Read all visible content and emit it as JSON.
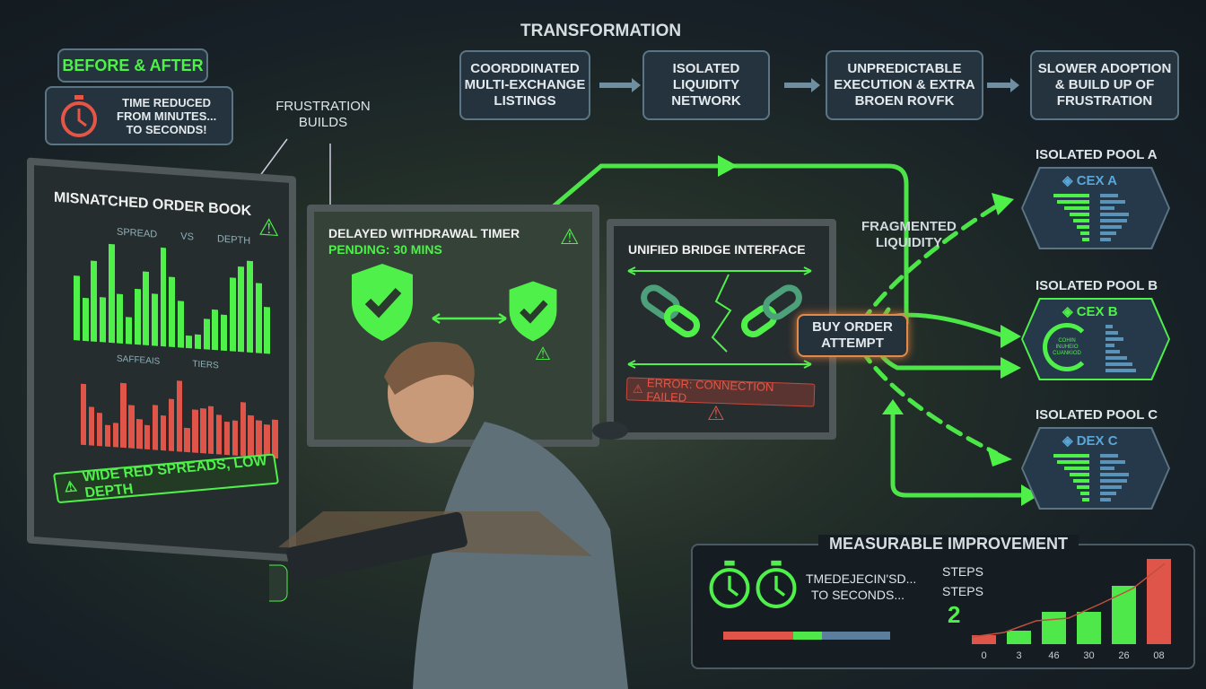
{
  "before_after": {
    "label": "BEFORE & AFTER",
    "time_text": [
      "TIME REDUCED",
      "FROM MINUTES...",
      "TO SECONDS!"
    ]
  },
  "frustration_label": [
    "FRUSTRATION",
    "BUILDS"
  ],
  "transformation": {
    "title": "TRANSFORMATION",
    "steps": [
      [
        "COORDDINATED",
        "MULTI-EXCHANGE",
        "LISTINGS"
      ],
      [
        "ISOLATED",
        "LIQUIDITY",
        "NETWORK"
      ],
      [
        "UNPREDICTABLE",
        "EXECUTION & EXTRA",
        "BROEN ROVFK"
      ],
      [
        "SLOWER ADOPTION",
        "& BUILD UP OF",
        "FRUSTRATION"
      ]
    ]
  },
  "monitor_left": {
    "title": "MISNATCHED ORDER BOOK",
    "subtitle": [
      "SPREAD",
      "VS",
      "DEPTH"
    ],
    "mid_labels": [
      "SAFFEAIS",
      "TIERS"
    ],
    "green_bars": [
      72,
      48,
      90,
      50,
      110,
      55,
      30,
      62,
      82,
      58,
      110,
      78,
      52,
      14,
      16,
      34,
      45,
      40,
      82,
      95,
      102,
      78,
      52
    ],
    "red_bars": [
      70,
      45,
      38,
      25,
      28,
      75,
      50,
      34,
      28,
      52,
      40,
      60,
      82,
      28,
      50,
      52,
      55,
      46,
      38,
      40,
      62,
      48,
      42,
      38,
      45
    ],
    "warning": "WIDE RED SPREADS, LOW DEPTH"
  },
  "monitor_center": {
    "title": "DELAYED WITHDRAWAL TIMER",
    "status": "PENDING: 30 MINS"
  },
  "monitor_right": {
    "title": "UNIFIED BRIDGE INTERFACE",
    "error": "ERROR: CONNECTION FAILED"
  },
  "buy_order": [
    "BUY ORDER",
    "ATTEMPT"
  ],
  "fragmented": [
    "FRAGMENTED",
    "LIQUIDITY"
  ],
  "pools": [
    {
      "title": "ISOLATED POOL A",
      "name": "CEX A"
    },
    {
      "title": "ISOLATED POOL B",
      "name": "CEX B",
      "ring_text": [
        "COHIN",
        "INUHEIO",
        "CUANKIOD"
      ]
    },
    {
      "title": "ISOLATED POOL C",
      "name": "DEX C"
    }
  ],
  "improvement": {
    "title": "MEASURABLE IMPROVEMENT",
    "time_text": [
      "TMEDEJECIN'SD...",
      "TO SECONDS..."
    ],
    "steps_labels": [
      "STEPS",
      "STEPS"
    ],
    "steps_value": "2",
    "progress": {
      "red": 0.42,
      "green": 0.17,
      "blue": 0.41
    }
  },
  "chart_data": {
    "type": "bar",
    "categories": [
      "0",
      "3",
      "46",
      "30",
      "26",
      "08"
    ],
    "values": [
      1,
      1.5,
      3.6,
      3.6,
      6.5,
      9.5
    ],
    "colors": [
      "#e0554a",
      "#4fe84a",
      "#4fe84a",
      "#4fe84a",
      "#4fe84a",
      "#e0554a"
    ],
    "trend": [
      0.8,
      1.3,
      2.6,
      2.9,
      4.5,
      6.2,
      9.0
    ],
    "ylim": [
      0,
      10
    ]
  },
  "colors": {
    "accent": "#4ff04a",
    "danger": "#e65545",
    "panel": "#24333d"
  }
}
